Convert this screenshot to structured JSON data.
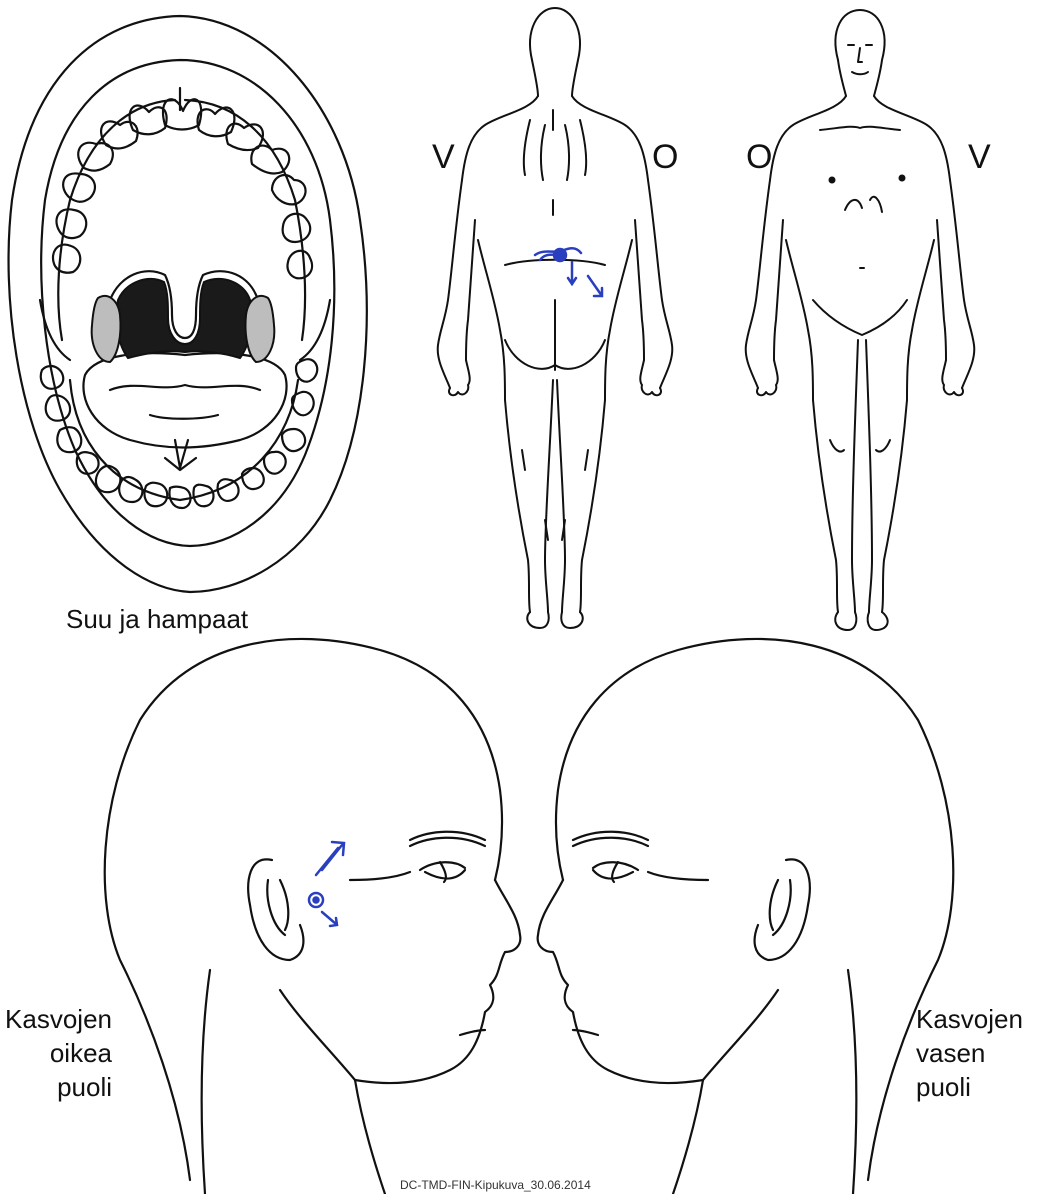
{
  "labels": {
    "mouth_caption": "Suu ja hampaat",
    "back_left_letter": "V",
    "back_right_letter": "O",
    "front_left_letter": "O",
    "front_right_letter": "V",
    "right_face_caption": "Kasvojen\noikea\npuoli",
    "left_face_caption": "Kasvojen\nvasen\npuoli",
    "footer_code": "DC-TMD-FIN-Kipukuva_30.06.2014"
  },
  "colors": {
    "ink": "#111111",
    "marker": "#2a3fbf",
    "throat": "#1a1a1a",
    "tonsil": "#bdbdbd"
  },
  "icons": {
    "mouth": "open-mouth-teeth-icon",
    "back_body": "body-back-view-icon",
    "front_body": "body-front-view-icon",
    "head_right": "head-right-side-icon",
    "head_left": "head-left-side-icon"
  }
}
